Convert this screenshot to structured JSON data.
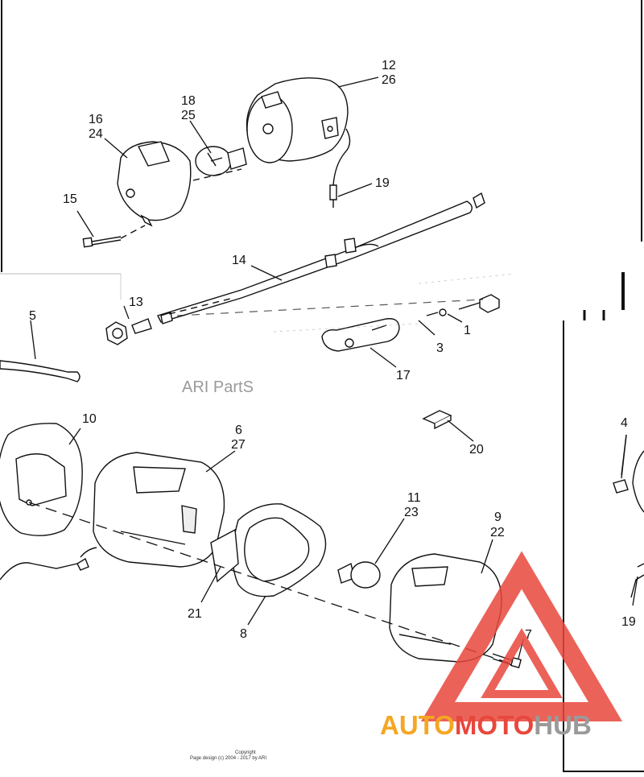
{
  "diagram": {
    "callouts": {
      "c12": "12",
      "c26": "26",
      "c18": "18",
      "c25": "25",
      "c16": "16",
      "c24": "24",
      "c15": "15",
      "c19a": "19",
      "c14": "14",
      "c13": "13",
      "c5": "5",
      "c3": "3",
      "c1": "1",
      "c17": "17",
      "c20": "20",
      "c10": "10",
      "c6": "6",
      "c27": "27",
      "c11": "11",
      "c23": "23",
      "c9": "9",
      "c22": "22",
      "c4": "4",
      "c7": "7",
      "c21": "21",
      "c8": "8",
      "c19b": "19"
    },
    "watermark": "ARI PartS",
    "copyright_line1": "Copyright",
    "copyright_line2": "Page design (c) 2004 - 2017 by ARI"
  },
  "logo": {
    "part1": "AUTO",
    "part2": "MOTO",
    "part3": "HUB",
    "color_auto": "#f5a623",
    "color_moto": "#e8473c",
    "color_hub": "#9a9a9a"
  }
}
